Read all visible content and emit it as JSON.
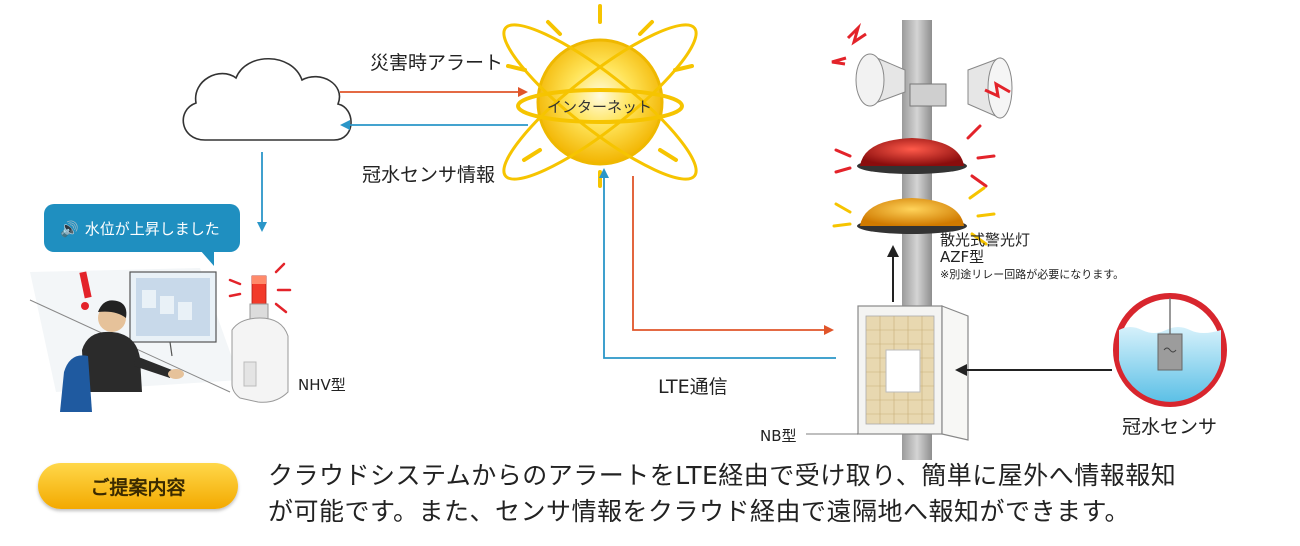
{
  "labels": {
    "alert": "災害時アラート",
    "internet": "インターネット",
    "sensor_info": "冠水センサ情報",
    "bubble": "水位が上昇しました",
    "nhv": "NHV型",
    "lte": "LTE通信",
    "nb": "NB型",
    "azf_title": "散光式警光灯",
    "azf_model": "AZF型",
    "azf_note": "※別途リレー回路が必要になります。",
    "flood_sensor": "冠水センサ"
  },
  "proposal": {
    "button": "ご提案内容",
    "line1": "クラウドシステムからのアラートをLTE経由で受け取り、簡単に屋外へ情報報知",
    "line2": "が可能です。また、センサ情報をクラウド経由で遠隔地へ報知ができます。"
  },
  "colors": {
    "alert_arrow": "#e0552a",
    "info_arrow": "#2a96c8",
    "black_arrow": "#222222",
    "sun": "#f6c400",
    "bubble": "#1f8fc0",
    "sensor_ring": "#d8262e",
    "button_top": "#ffd84a",
    "button_bottom": "#f3a900"
  }
}
